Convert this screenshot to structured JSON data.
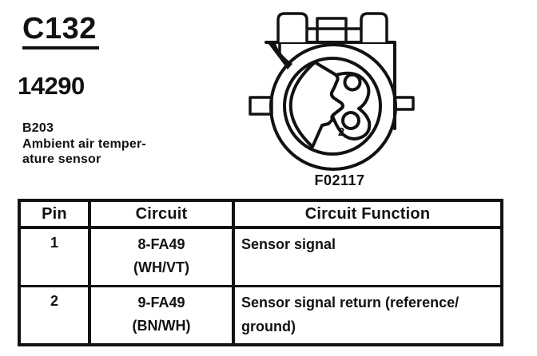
{
  "header": {
    "connector_id": "C132",
    "part_number": "14290"
  },
  "description": {
    "lines": [
      "B203",
      "Ambient air temper-",
      "ature sensor"
    ]
  },
  "connector": {
    "caption": "F02117",
    "pin2_label": "2"
  },
  "pin_table": {
    "headers": [
      "Pin",
      "Circuit",
      "Circuit Function"
    ],
    "rows": [
      {
        "pin": "1",
        "circuit": [
          "8-FA49",
          "(WH/VT)"
        ],
        "function": [
          "Sensor signal"
        ]
      },
      {
        "pin": "2",
        "circuit": [
          "9-FA49",
          "(BN/WH)"
        ],
        "function": [
          "Sensor signal return (reference/",
          "ground)"
        ]
      }
    ]
  },
  "colors": {
    "ink": "#121212",
    "paper": "#ffffff"
  }
}
